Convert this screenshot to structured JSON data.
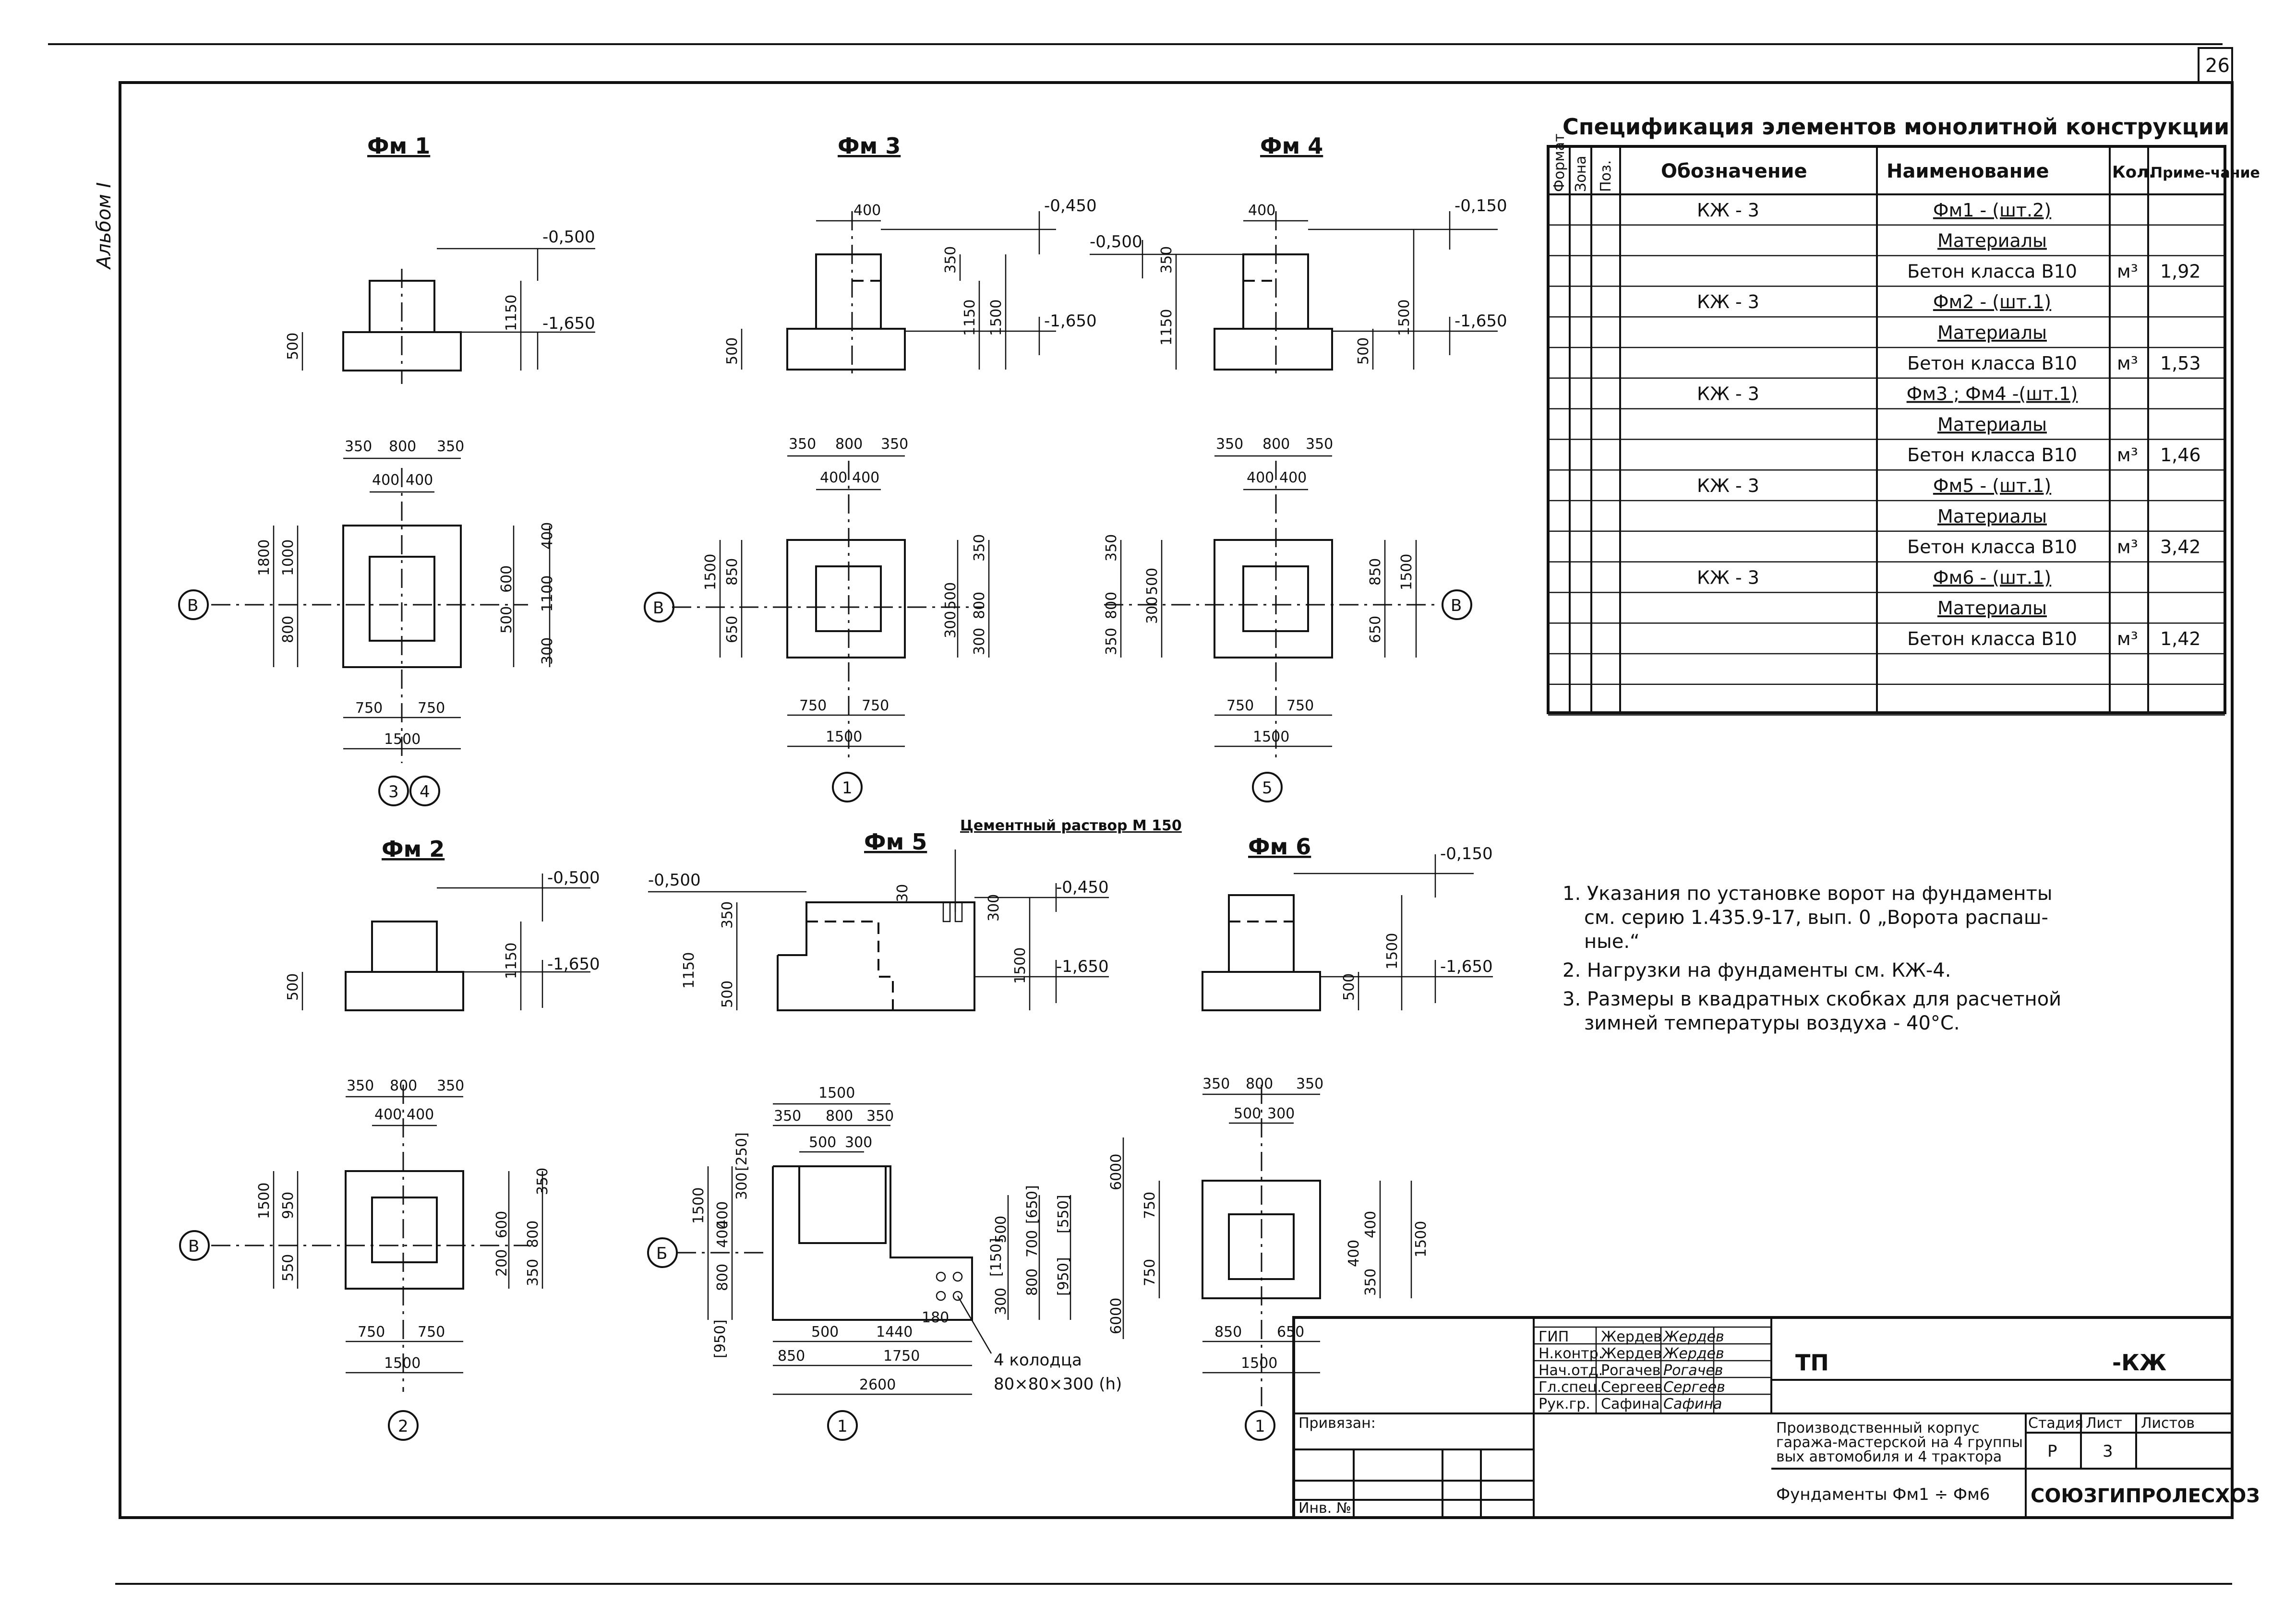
{
  "sheet_number": "26",
  "album_label": "Альбом I",
  "drawings": [
    {
      "title": "Фм 1",
      "levels": [
        "-0,500",
        "-1,650"
      ],
      "elev_dims": [
        "500",
        "1150"
      ],
      "top_dims": [
        "350",
        "800",
        "350"
      ],
      "inner_top_dims": [
        "400",
        "400"
      ],
      "left_dims": [
        "1800",
        "1000",
        "800"
      ],
      "right_dims": [
        "400",
        "600",
        "500",
        "1100",
        "300"
      ],
      "bottom_dims": [
        "750",
        "750",
        "1500"
      ],
      "axis_left": "В",
      "axis_bottom": [
        "3",
        "4"
      ]
    },
    {
      "title": "Фм 3",
      "levels": [
        "-0,450",
        "-1,650"
      ],
      "elev_dims": [
        "400",
        "350",
        "500",
        "1150",
        "1500"
      ],
      "top_dims": [
        "350",
        "800",
        "350"
      ],
      "inner_top_dims": [
        "400",
        "400"
      ],
      "left_dims": [
        "1500",
        "850",
        "650"
      ],
      "right_dims": [
        "350",
        "500",
        "300",
        "800",
        "300"
      ],
      "bottom_dims": [
        "750",
        "750",
        "1500"
      ],
      "axis_left": "В",
      "axis_bottom": [
        "1"
      ]
    },
    {
      "title": "Фм 4",
      "levels": [
        "-0,150",
        "-0,500",
        "-1,650"
      ],
      "elev_dims": [
        "400",
        "350",
        "1150",
        "500",
        "1500"
      ],
      "top_dims": [
        "350",
        "800",
        "350"
      ],
      "inner_top_dims": [
        "400",
        "400"
      ],
      "left_dims": [
        "350",
        "800",
        "300",
        "500",
        "350"
      ],
      "right_dims": [
        "850",
        "1500",
        "650"
      ],
      "bottom_dims": [
        "750",
        "750",
        "1500"
      ],
      "axis_right": "В",
      "axis_bottom": [
        "5"
      ]
    },
    {
      "title": "Фм 2",
      "levels": [
        "-0,500",
        "-1,650"
      ],
      "elev_dims": [
        "500",
        "1150"
      ],
      "top_dims": [
        "350",
        "800",
        "350"
      ],
      "inner_top_dims": [
        "400",
        "400"
      ],
      "left_dims": [
        "1500",
        "950",
        "550"
      ],
      "right_dims": [
        "350",
        "600",
        "800",
        "200",
        "350"
      ],
      "bottom_dims": [
        "750",
        "750",
        "1500"
      ],
      "axis_left": "В",
      "axis_bottom": [
        "2"
      ]
    },
    {
      "title": "Фм 5",
      "note": "Цементный раствор М 150",
      "levels": [
        "-0,500",
        "-0,450",
        "-1,650"
      ],
      "elev_dims": [
        "350",
        "1150",
        "500",
        "30",
        "300",
        "1500"
      ],
      "top_dims": [
        "1500",
        "350",
        "800",
        "350",
        "500",
        "300"
      ],
      "left_dims": [
        "1500",
        "400",
        "300",
        "[250]",
        "400",
        "800",
        "[950]"
      ],
      "right_dims": [
        "[650]",
        "500",
        "[150]",
        "700",
        "[550]",
        "800",
        "300",
        "[950]",
        "180"
      ],
      "bottom_dims": [
        "500",
        "1440",
        "850",
        "1750",
        "2600"
      ],
      "wells_label": "4 колодца",
      "wells_size": "80×80×300 (h)",
      "axis_left": "Б",
      "axis_bottom": [
        "1"
      ]
    },
    {
      "title": "Фм 6",
      "levels": [
        "-0,150",
        "-1,650"
      ],
      "elev_dims": [
        "500",
        "1500"
      ],
      "top_dims": [
        "350",
        "800",
        "350"
      ],
      "inner_top_dims": [
        "500",
        "300"
      ],
      "left_dims": [
        "6000",
        "750",
        "750",
        "6000"
      ],
      "right_dims": [
        "400",
        "400",
        "1500",
        "350"
      ],
      "bottom_dims": [
        "850",
        "650",
        "1500"
      ],
      "axis_bottom": [
        "1"
      ]
    }
  ],
  "spec": {
    "title": "Спецификация элементов монолитной конструкции",
    "headers": [
      "Формат",
      "Зона",
      "Поз.",
      "Обозначение",
      "Наименование",
      "Кол.",
      "Приме-чание"
    ],
    "rows": [
      {
        "code": "КЖ - 3",
        "name": "Фм1 - (шт.2)",
        "qty": "",
        "note": ""
      },
      {
        "code": "",
        "name": "Материалы",
        "qty": "",
        "note": ""
      },
      {
        "code": "",
        "name": "Бетон класса В10",
        "qty": "м³",
        "note": "1,92"
      },
      {
        "code": "КЖ - 3",
        "name": "Фм2 - (шт.1)",
        "qty": "",
        "note": ""
      },
      {
        "code": "",
        "name": "Материалы",
        "qty": "",
        "note": ""
      },
      {
        "code": "",
        "name": "Бетон класса В10",
        "qty": "м³",
        "note": "1,53"
      },
      {
        "code": "КЖ - 3",
        "name": "Фм3 ; Фм4 -(шт.1)",
        "qty": "",
        "note": ""
      },
      {
        "code": "",
        "name": "Материалы",
        "qty": "",
        "note": ""
      },
      {
        "code": "",
        "name": "Бетон класса В10",
        "qty": "м³",
        "note": "1,46"
      },
      {
        "code": "КЖ - 3",
        "name": "Фм5 - (шт.1)",
        "qty": "",
        "note": ""
      },
      {
        "code": "",
        "name": "Материалы",
        "qty": "",
        "note": ""
      },
      {
        "code": "",
        "name": "Бетон класса В10",
        "qty": "м³",
        "note": "3,42"
      },
      {
        "code": "КЖ - 3",
        "name": "Фм6 - (шт.1)",
        "qty": "",
        "note": ""
      },
      {
        "code": "",
        "name": "Материалы",
        "qty": "",
        "note": ""
      },
      {
        "code": "",
        "name": "Бетон класса В10",
        "qty": "м³",
        "note": "1,42"
      },
      {
        "code": "",
        "name": "",
        "qty": "",
        "note": ""
      },
      {
        "code": "",
        "name": "",
        "qty": "",
        "note": ""
      }
    ]
  },
  "notes": [
    "1. Указания по установке ворот на фундаменты",
    "см. серию 1.435.9-17, вып. 0 „Ворота распаш-",
    "ные.“",
    "2. Нагрузки на фундаменты см. КЖ-4.",
    "3. Размеры в квадратных скобках для расчетной",
    "зимней температуры воздуха - 40°С."
  ],
  "title_block": {
    "roles": [
      "ГИП",
      "Н.контр.",
      "Нач.отд.",
      "Гл.спец.",
      "Рук.гр."
    ],
    "names": [
      "Жердев",
      "Жердев",
      "Рогачев",
      "Сергеев",
      "Сафина"
    ],
    "signatures": [
      "Жердев",
      "Жердев",
      "Рогачев",
      "Сергеев",
      "Сафина"
    ],
    "code_left": "ТП",
    "code_right": "-КЖ",
    "project_lines": [
      "Производственный корпус",
      "гаража-мастерской на 4 группы",
      "вых автомобиля и 4 трактора"
    ],
    "stage_headers": [
      "Стадия",
      "Лист",
      "Листов"
    ],
    "stage_values": [
      "Р",
      "3",
      ""
    ],
    "sheet_title": "Фундаменты Фм1 ÷ Фм6",
    "organization": "СОЮЗГИПРОЛЕСХОЗ",
    "attached": "Привязан:",
    "inv_no": "Инв. №"
  }
}
